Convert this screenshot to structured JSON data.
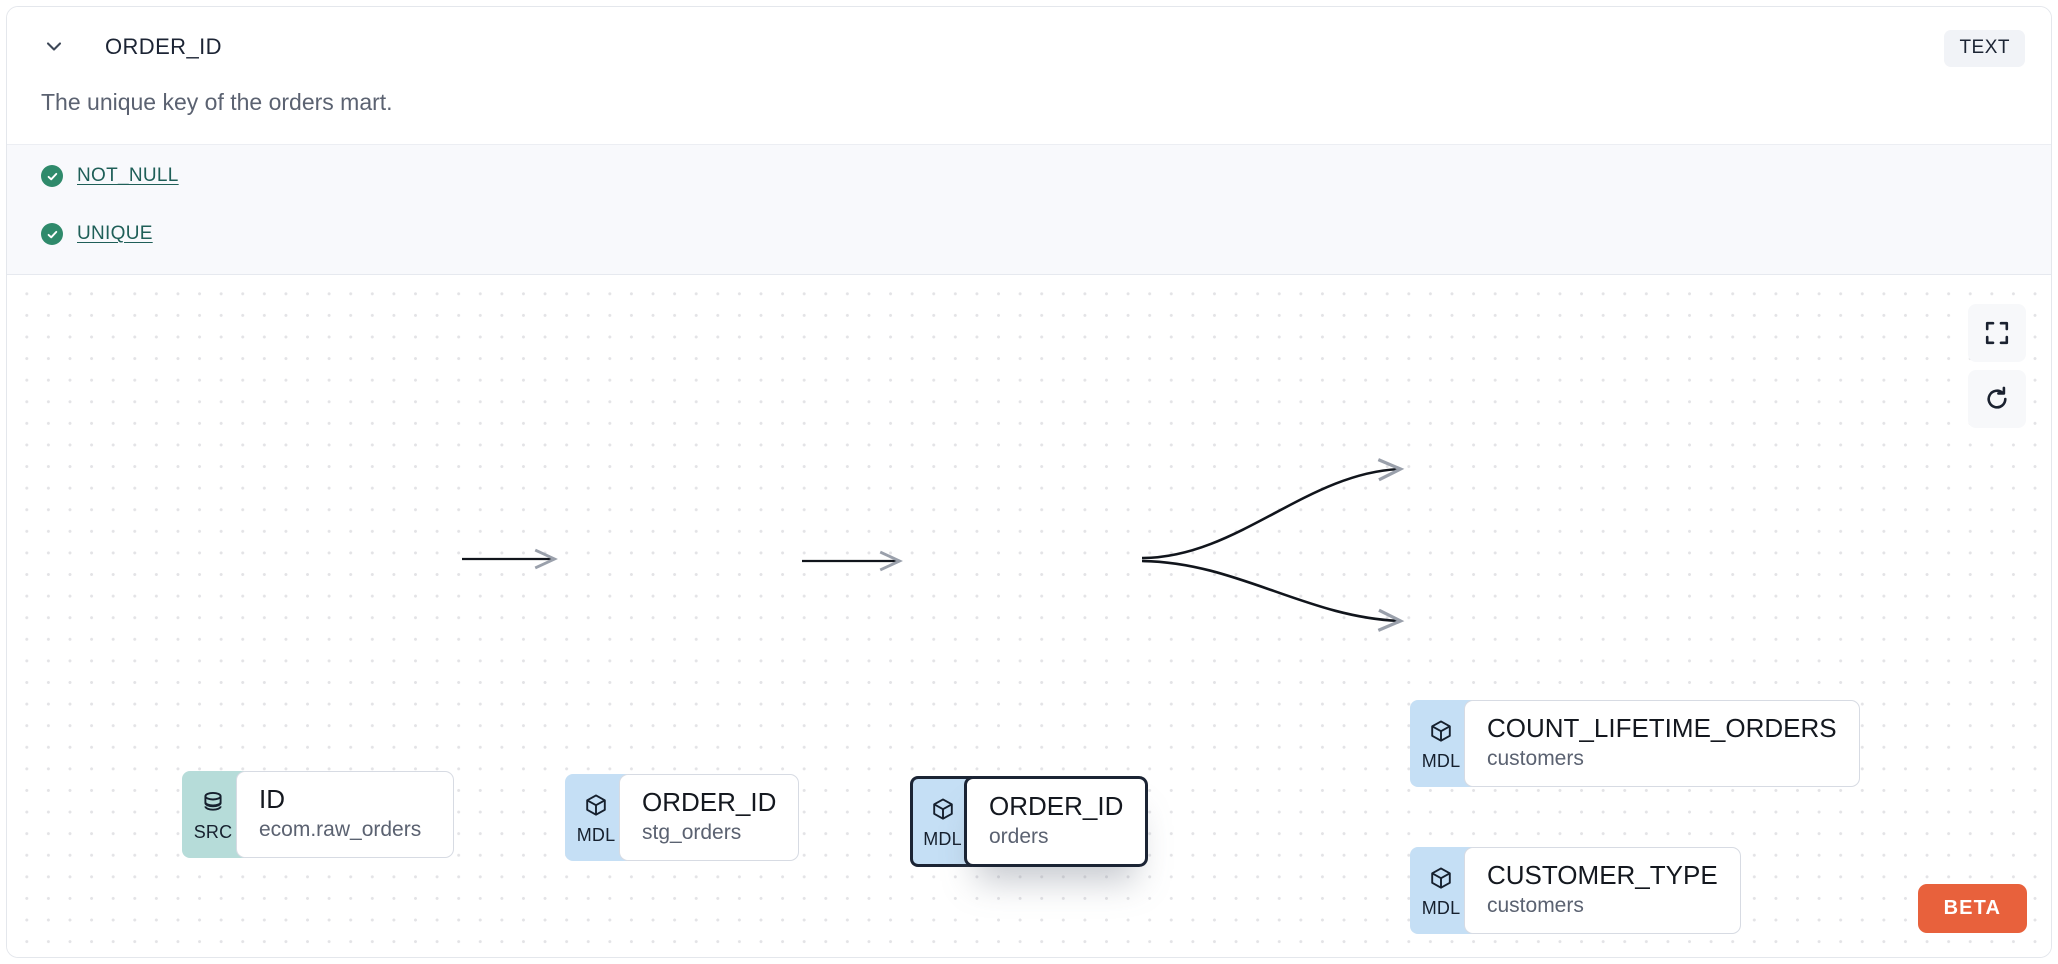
{
  "header": {
    "collapse_icon": "chevron-down-icon",
    "column_name": "ORDER_ID",
    "data_type_badge": "TEXT"
  },
  "description": "The unique key of the orders mart.",
  "tests": {
    "items": [
      {
        "status_icon": "check-circle-icon",
        "label": "NOT_NULL",
        "status": "pass"
      },
      {
        "status_icon": "check-circle-icon",
        "label": "UNIQUE",
        "status": "pass"
      }
    ]
  },
  "lineage": {
    "nodes": [
      {
        "id": "src",
        "badge": "SRC",
        "badge_icon": "database-icon",
        "name": "ID",
        "model": "ecom.raw_orders",
        "selected": false
      },
      {
        "id": "stg",
        "badge": "MDL",
        "badge_icon": "cube-icon",
        "name": "ORDER_ID",
        "model": "stg_orders",
        "selected": false
      },
      {
        "id": "orders",
        "badge": "MDL",
        "badge_icon": "cube-icon",
        "name": "ORDER_ID",
        "model": "orders",
        "selected": true
      },
      {
        "id": "count",
        "badge": "MDL",
        "badge_icon": "cube-icon",
        "name": "COUNT_LIFETIME_ORDERS",
        "model": "customers",
        "selected": false
      },
      {
        "id": "custtype",
        "badge": "MDL",
        "badge_icon": "cube-icon",
        "name": "CUSTOMER_TYPE",
        "model": "customers",
        "selected": false
      }
    ],
    "toolbar": [
      {
        "name": "fit-view-button",
        "icon": "fullscreen-icon"
      },
      {
        "name": "reset-button",
        "icon": "refresh-icon"
      }
    ],
    "beta_badge": "BETA"
  },
  "colors": {
    "src_badge": "#b6dcd9",
    "mdl_badge": "#c5dff5",
    "test_pass": "#2f8a6b",
    "test_link": "#1f5f58",
    "beta": "#e8613c",
    "selected_border": "#1b2434",
    "tests_background": "#f8f9fc"
  }
}
